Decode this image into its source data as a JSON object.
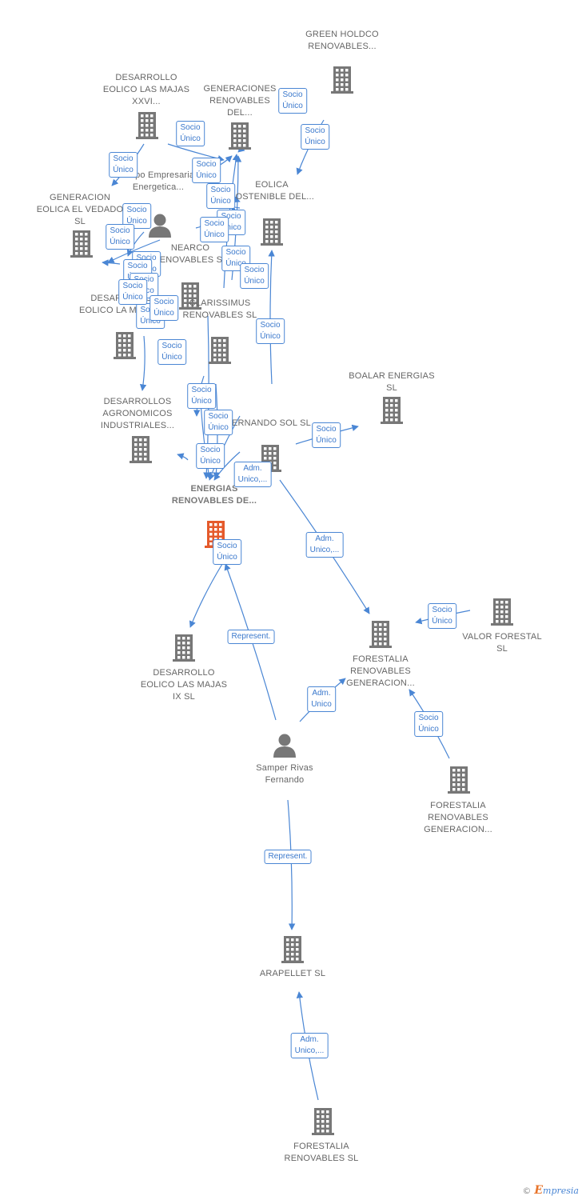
{
  "colors": {
    "company": "#777777",
    "main_company": "#e55a2b",
    "person": "#777777",
    "edge": "#4a86d4"
  },
  "nodes": [
    {
      "id": "green",
      "kind": "company",
      "label": "GREEN HOLDCO RENOVABLES..."
    },
    {
      "id": "dlm_xxvi",
      "kind": "company",
      "label": "DESARROLLO EOLICO LAS MAJAS XXVI..."
    },
    {
      "id": "gen_ren",
      "kind": "company",
      "label": "GENERACIONES RENOVABLES DEL..."
    },
    {
      "id": "grupo",
      "kind": "person",
      "label": "Grupo Empresarial Energetica..."
    },
    {
      "id": "eolica_sost",
      "kind": "company",
      "label": "EOLICA SOSTENIBLE DEL..."
    },
    {
      "id": "gen_vedado",
      "kind": "company",
      "label": "GENERACION EOLICA EL VEDADO SL"
    },
    {
      "id": "nearco",
      "kind": "company",
      "label": "NEARCO RENOVABLES SL"
    },
    {
      "id": "dlm_muga",
      "kind": "company",
      "label": "DESARROLLO EOLICO LA MUGA..."
    },
    {
      "id": "clarissimus",
      "kind": "company",
      "label": "CLARISSIMUS RENOVABLES SL"
    },
    {
      "id": "boalar",
      "kind": "company",
      "label": "BOALAR ENERGIAS SL"
    },
    {
      "id": "des_agro",
      "kind": "company",
      "label": "DESARROLLOS AGRONOMICOS INDUSTRIALES..."
    },
    {
      "id": "fernando",
      "kind": "company",
      "label": "FERNANDO SOL SL"
    },
    {
      "id": "energias",
      "kind": "main",
      "label": "ENERGIAS RENOVABLES DE..."
    },
    {
      "id": "valor",
      "kind": "company",
      "label": "VALOR FORESTAL SL"
    },
    {
      "id": "forestalia_gen",
      "kind": "company",
      "label": "FORESTALIA RENOVABLES GENERACION..."
    },
    {
      "id": "dlm_ix",
      "kind": "company",
      "label": "DESARROLLO EOLICO LAS MAJAS IX SL"
    },
    {
      "id": "samper",
      "kind": "person",
      "label": "Samper Rivas Fernando"
    },
    {
      "id": "forestalia_gen2",
      "kind": "company",
      "label": "FORESTALIA RENOVABLES GENERACION..."
    },
    {
      "id": "arapellet",
      "kind": "company",
      "label": "ARAPELLET SL"
    },
    {
      "id": "forestalia_ren",
      "kind": "company",
      "label": "FORESTALIA RENOVABLES SL"
    }
  ],
  "edge_labels": [
    "Socio\nÚnico",
    "Socio\nÚnico",
    "Socio\nÚnico",
    "Socio\nÚnico",
    "Socio\nÚnico",
    "Socio\nÚnico",
    "Socio\nÚnico",
    "Socio\nÚnico",
    "Socio\nÚnico",
    "Socio\nÚnico",
    "Socio\nÚnico",
    "Socio\nÚnico",
    "Socio\nÚnico",
    "Socio\nÚnico",
    "Socio\nÚnico",
    "Socio\nÚnico",
    "Socio\nÚnico",
    "Socio\nÚnico",
    "Socio\nÚnico",
    "Socio\nÚnico",
    "Socio\nÚnico",
    "Socio\nÚnico",
    "Socio\nÚnico",
    "Socio\nÚnico",
    "Adm.\nUnico,...",
    "Adm.\nUnico,...",
    "Socio\nÚnico",
    "Represent.",
    "Adm.\nUnico",
    "Socio\nÚnico",
    "Socio\nÚnico",
    "Represent.",
    "Adm.\nUnico,..."
  ],
  "brand": {
    "copyright": "©",
    "name": "mpresia",
    "initial": "E"
  }
}
